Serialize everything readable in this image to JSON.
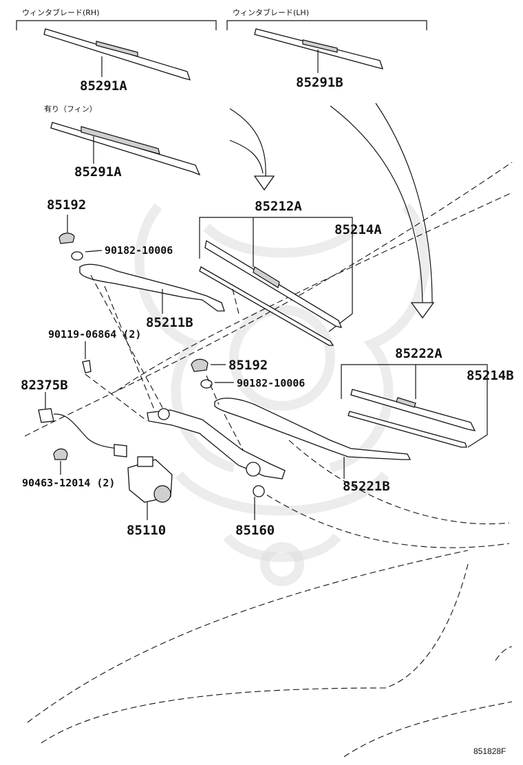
{
  "header": {
    "blade_rh_label": "ウィンタブレード(RH)",
    "blade_lh_label": "ウィンタブレード(LH)",
    "fin_label": "有り（フィン）"
  },
  "parts": {
    "p85291A_top": "85291A",
    "p85291B": "85291B",
    "p85291A_fin": "85291A",
    "p85192_top": "85192",
    "p90182_top": "90182-10006",
    "p85212A": "85212A",
    "p85214A": "85214A",
    "p85211B": "85211B",
    "p90119": "90119-06864 (2)",
    "p85192_mid": "85192",
    "p90182_mid": "90182-10006",
    "p82375B": "82375B",
    "p85222A": "85222A",
    "p85214B": "85214B",
    "p90463": "90463-12014 (2)",
    "p85110": "85110",
    "p85160": "85160",
    "p85221B": "85221B"
  },
  "diagram_code": "851828F"
}
